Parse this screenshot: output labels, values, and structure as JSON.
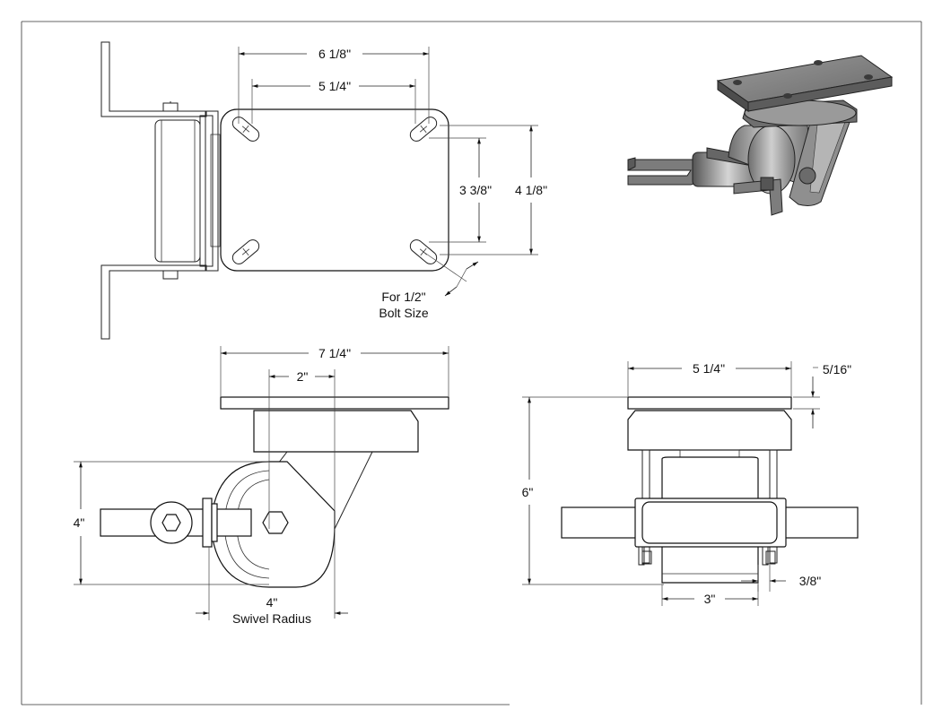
{
  "dimensions": {
    "top_outer_width": "6 1/8\"",
    "top_inner_width": "5 1/4\"",
    "top_inner_height": "3 3/8\"",
    "top_outer_height": "4 1/8\"",
    "bolt_note_line1": "For 1/2\"",
    "bolt_note_line2": "Bolt Size",
    "side_plate_width": "7 1/4\"",
    "side_offset": "2\"",
    "side_wheel_height": "4\"",
    "swivel_value": "4\"",
    "swivel_label": "Swivel Radius",
    "front_plate_width": "5 1/4\"",
    "front_plate_thickness": "5/16\"",
    "front_overall_height": "6\"",
    "front_wheel_width": "3\"",
    "front_axle_offset": "3/8\""
  },
  "colors": {
    "line": "#111111",
    "render_dark": "#4a4a4a",
    "render_mid": "#8a8a8a",
    "render_light": "#c4c4c4"
  }
}
